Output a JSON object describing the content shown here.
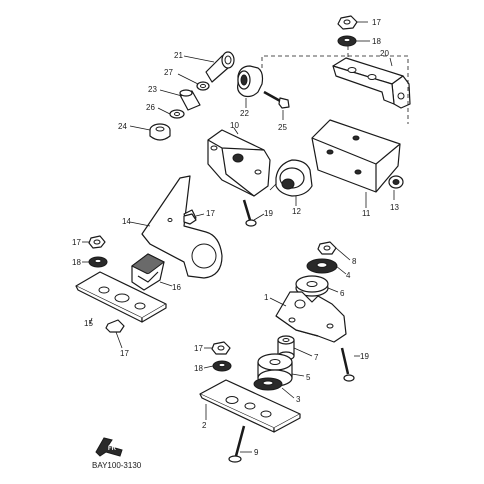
{
  "diagram": {
    "drawing_code": "BAY100-3130",
    "front_mark": "FR",
    "callouts": [
      "1",
      "2",
      "3",
      "4",
      "5",
      "6",
      "7",
      "8",
      "9",
      "10",
      "11",
      "12",
      "13",
      "14",
      "15",
      "16",
      "17",
      "18",
      "19",
      "20",
      "21",
      "22",
      "23",
      "24",
      "25",
      "26",
      "27"
    ]
  },
  "labels": {
    "p17a": "17",
    "p18a": "18",
    "p20": "20",
    "p21": "21",
    "p27": "27",
    "p23": "23",
    "p22": "22",
    "p26": "26",
    "p24": "24",
    "p25": "25",
    "p10": "10",
    "p12": "12",
    "p11": "11",
    "p13": "13",
    "p19a": "19",
    "p14": "14",
    "p17b": "17",
    "p17c": "17",
    "p18b": "18",
    "p16": "16",
    "p15": "15",
    "p17d": "17",
    "p8": "8",
    "p4": "4",
    "p6": "6",
    "p1": "1",
    "p7": "7",
    "p17e": "17",
    "p18c": "18",
    "p19b": "19",
    "p5": "5",
    "p3": "3",
    "p2": "2",
    "p9": "9"
  }
}
